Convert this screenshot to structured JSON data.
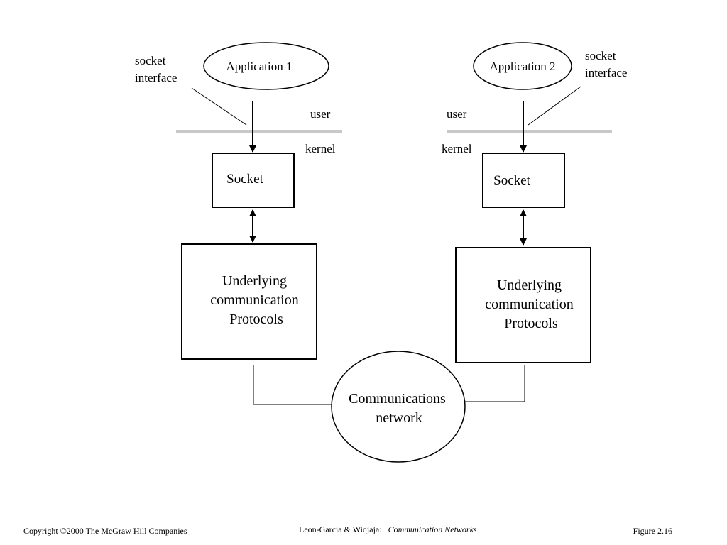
{
  "left_stack": {
    "application_label": "Application 1",
    "socket_interface_label": [
      "socket",
      "interface"
    ],
    "user_label": "user",
    "kernel_label": "kernel",
    "socket_label": "Socket",
    "protocols_label": [
      "Underlying",
      "communication",
      "Protocols"
    ]
  },
  "right_stack": {
    "application_label": "Application 2",
    "socket_interface_label": [
      "socket",
      "interface"
    ],
    "user_label": "user",
    "kernel_label": "kernel",
    "socket_label": "Socket",
    "protocols_label": [
      "Underlying",
      "communication",
      "Protocols"
    ]
  },
  "network": {
    "label": [
      "Communications",
      "network"
    ]
  },
  "footer": {
    "copyright": "Copyright ©2000 The McGraw Hill Companies",
    "authors": "Leon-Garcia & Widjaja:",
    "book_title": "Communication Networks",
    "figure_number": "Figure 2.16"
  },
  "colors": {
    "stroke": "#000000",
    "boundary_line": "#c8c8c8",
    "background": "#ffffff"
  }
}
